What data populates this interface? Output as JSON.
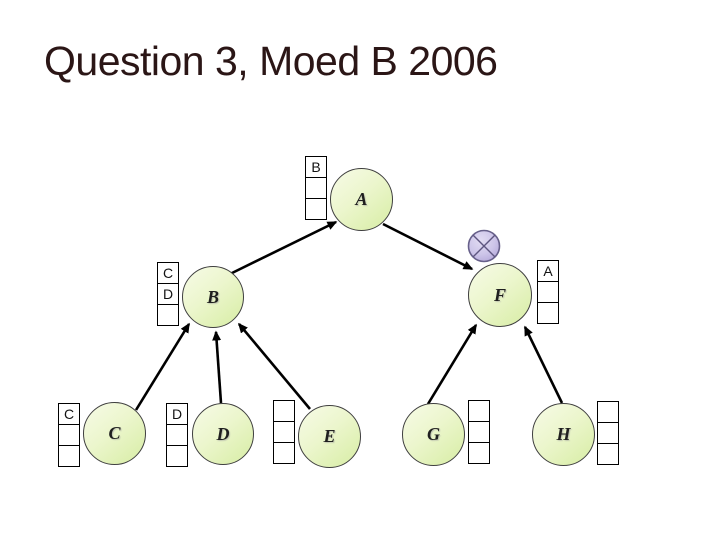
{
  "slide": {
    "title": "Question 3, Moed B 2006"
  },
  "diagram": {
    "type": "tree",
    "nodes": {
      "a": {
        "label": "A"
      },
      "b": {
        "label": "B"
      },
      "c": {
        "label": "C"
      },
      "d": {
        "label": "D"
      },
      "e": {
        "label": "E"
      },
      "f": {
        "label": "F"
      },
      "g": {
        "label": "G"
      },
      "h": {
        "label": "H"
      }
    },
    "edges": [
      {
        "from": "B",
        "to": "A",
        "arrowhead_at": "A"
      },
      {
        "from": "A",
        "to": "F",
        "arrowhead_at": "F"
      },
      {
        "from": "C",
        "to": "B",
        "arrowhead_at": "B"
      },
      {
        "from": "D",
        "to": "B",
        "arrowhead_at": "B"
      },
      {
        "from": "E",
        "to": "B",
        "arrowhead_at": "B"
      },
      {
        "from": "G",
        "to": "F",
        "arrowhead_at": "F"
      },
      {
        "from": "H",
        "to": "F",
        "arrowhead_at": "F"
      }
    ],
    "stacks": {
      "a": {
        "cells": [
          "B",
          "",
          ""
        ]
      },
      "b": {
        "cells": [
          "C",
          "D",
          ""
        ]
      },
      "f": {
        "cells": [
          "A",
          "",
          ""
        ]
      },
      "c": {
        "cells": [
          "C",
          "",
          ""
        ]
      },
      "d": {
        "cells": [
          "D",
          "",
          ""
        ]
      },
      "e": {
        "cells": [
          "",
          "",
          ""
        ]
      },
      "g": {
        "cells": [
          "",
          "",
          ""
        ]
      },
      "h": {
        "cells": [
          "",
          "",
          ""
        ]
      }
    },
    "blocked_marker": {
      "shape": "circle-with-x",
      "position": "above-node-F"
    },
    "colors": {
      "title_text": "#2b1616",
      "node_fill_light": "#f7fbe7",
      "node_fill_dark": "#d7eda4",
      "node_border": "#3f3f3f",
      "edge": "#000000",
      "marker_fill": "#cdc5e9",
      "marker_border": "#67608a"
    }
  }
}
